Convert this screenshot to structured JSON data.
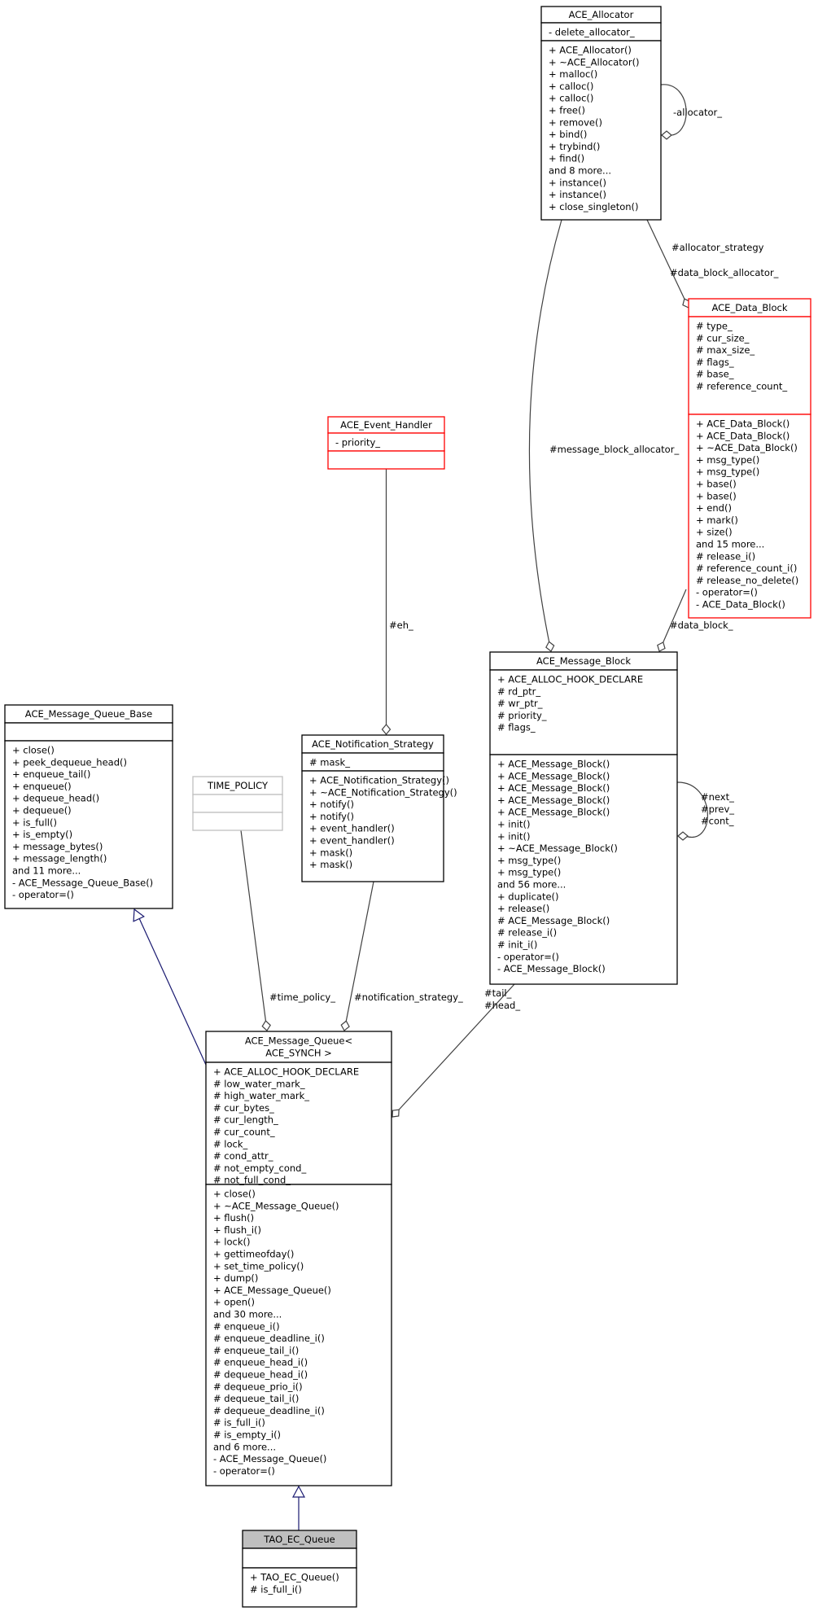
{
  "classes": [
    {
      "id": "ace_allocator",
      "title": [
        "ACE_Allocator"
      ],
      "attributes": [
        "- delete_allocator_"
      ],
      "methods": [
        "+ ACE_Allocator()",
        "+ ~ACE_Allocator()",
        "+ malloc()",
        "+ calloc()",
        "+ calloc()",
        "+ free()",
        "+ remove()",
        "+ bind()",
        "+ trybind()",
        "+ find()",
        "and 8 more...",
        "+ instance()",
        "+ instance()",
        "+ close_singleton()"
      ],
      "border": "#000000",
      "title_fill": "#ffffff",
      "title_color": "#000000"
    },
    {
      "id": "ace_data_block",
      "title": [
        "ACE_Data_Block"
      ],
      "attributes": [
        "# type_",
        "# cur_size_",
        "# max_size_",
        "# flags_",
        "# base_",
        "# reference_count_"
      ],
      "methods": [
        "+ ACE_Data_Block()",
        "+ ACE_Data_Block()",
        "+ ~ACE_Data_Block()",
        "+ msg_type()",
        "+ msg_type()",
        "+ base()",
        "+ base()",
        "+ end()",
        "+ mark()",
        "+ size()",
        "and 15 more...",
        "# release_i()",
        "# reference_count_i()",
        "# release_no_delete()",
        "- operator=()",
        "- ACE_Data_Block()"
      ],
      "border": "#ff0000",
      "title_fill": "#ffffff",
      "title_color": "#000000"
    },
    {
      "id": "ace_event_handler",
      "title": [
        "ACE_Event_Handler"
      ],
      "attributes": [
        "- priority_"
      ],
      "methods": [],
      "border": "#ff0000",
      "title_fill": "#ffffff",
      "title_color": "#000000"
    },
    {
      "id": "ace_message_block",
      "title": [
        "ACE_Message_Block"
      ],
      "attributes": [
        "+ ACE_ALLOC_HOOK_DECLARE",
        "# rd_ptr_",
        "# wr_ptr_",
        "# priority_",
        "# flags_"
      ],
      "methods": [
        "+ ACE_Message_Block()",
        "+ ACE_Message_Block()",
        "+ ACE_Message_Block()",
        "+ ACE_Message_Block()",
        "+ ACE_Message_Block()",
        "+ init()",
        "+ init()",
        "+ ~ACE_Message_Block()",
        "+ msg_type()",
        "+ msg_type()",
        "and 56 more...",
        "+ duplicate()",
        "+ release()",
        "# ACE_Message_Block()",
        "# release_i()",
        "# init_i()",
        "- operator=()",
        "- ACE_Message_Block()"
      ],
      "border": "#000000",
      "title_fill": "#ffffff",
      "title_color": "#000000"
    },
    {
      "id": "ace_message_queue_base",
      "title": [
        "ACE_Message_Queue_Base"
      ],
      "attributes": [],
      "methods": [
        "+ close()",
        "+ peek_dequeue_head()",
        "+ enqueue_tail()",
        "+ enqueue()",
        "+ dequeue_head()",
        "+ dequeue()",
        "+ is_full()",
        "+ is_empty()",
        "+ message_bytes()",
        "+ message_length()",
        "and 11 more...",
        "- ACE_Message_Queue_Base()",
        "- operator=()"
      ],
      "border": "#000000",
      "title_fill": "#ffffff",
      "title_color": "#000000"
    },
    {
      "id": "time_policy",
      "title": [
        "TIME_POLICY"
      ],
      "attributes": [],
      "methods": [],
      "border": "#bfbfbf",
      "title_fill": "#ffffff",
      "title_color": "#555555"
    },
    {
      "id": "ace_notification_strategy",
      "title": [
        "ACE_Notification_Strategy"
      ],
      "attributes": [
        "# mask_"
      ],
      "methods": [
        "+ ACE_Notification_Strategy()",
        "+ ~ACE_Notification_Strategy()",
        "+ notify()",
        "+ notify()",
        "+ event_handler()",
        "+ event_handler()",
        "+ mask()",
        "+ mask()"
      ],
      "border": "#000000",
      "title_fill": "#ffffff",
      "title_color": "#000000"
    },
    {
      "id": "ace_message_queue",
      "title": [
        "ACE_Message_Queue<",
        "ACE_SYNCH >"
      ],
      "attributes": [
        "+ ACE_ALLOC_HOOK_DECLARE",
        "# low_water_mark_",
        "# high_water_mark_",
        "# cur_bytes_",
        "# cur_length_",
        "# cur_count_",
        "# lock_",
        "# cond_attr_",
        "# not_empty_cond_",
        "# not_full_cond_"
      ],
      "methods": [
        "+ close()",
        "+ ~ACE_Message_Queue()",
        "+ flush()",
        "+ flush_i()",
        "+ lock()",
        "+ gettimeofday()",
        "+ set_time_policy()",
        "+ dump()",
        "+ ACE_Message_Queue()",
        "+ open()",
        "and 30 more...",
        "# enqueue_i()",
        "# enqueue_deadline_i()",
        "# enqueue_tail_i()",
        "# enqueue_head_i()",
        "# dequeue_head_i()",
        "# dequeue_prio_i()",
        "# dequeue_tail_i()",
        "# dequeue_deadline_i()",
        "# is_full_i()",
        "# is_empty_i()",
        "and 6 more...",
        "- ACE_Message_Queue()",
        "- operator=()"
      ],
      "border": "#000000",
      "title_fill": "#ffffff",
      "title_color": "#000000"
    },
    {
      "id": "tao_ec_queue",
      "title": [
        "TAO_EC_Queue"
      ],
      "attributes": [],
      "methods": [
        "+ TAO_EC_Queue()",
        "# is_full_i()"
      ],
      "border": "#000000",
      "title_fill": "#bfbfbf",
      "title_color": "#000000"
    }
  ],
  "edge_labels": [
    {
      "id": "allocator_self",
      "lines": [
        "-allocator_"
      ]
    },
    {
      "id": "allocator_strategy",
      "lines": [
        "#allocator_strategy"
      ]
    },
    {
      "id": "data_block_allocator",
      "lines": [
        "#data_block_allocator_"
      ]
    },
    {
      "id": "message_block_allocator",
      "lines": [
        "#message_block_allocator_"
      ]
    },
    {
      "id": "eh",
      "lines": [
        "#eh_"
      ]
    },
    {
      "id": "data_block",
      "lines": [
        "#data_block_"
      ]
    },
    {
      "id": "next_prev_cont",
      "lines": [
        "#next_",
        "#prev_",
        "#cont_"
      ]
    },
    {
      "id": "tail_head",
      "lines": [
        "#tail_",
        "#head_"
      ]
    },
    {
      "id": "time_policy_edge",
      "lines": [
        "#time_policy_"
      ]
    },
    {
      "id": "notification_strategy",
      "lines": [
        "#notification_strategy_"
      ]
    }
  ],
  "colors": {
    "inheritance_edge": "#191970",
    "association_edge": "#404040",
    "highlight_fill": "#bfbfbf"
  }
}
